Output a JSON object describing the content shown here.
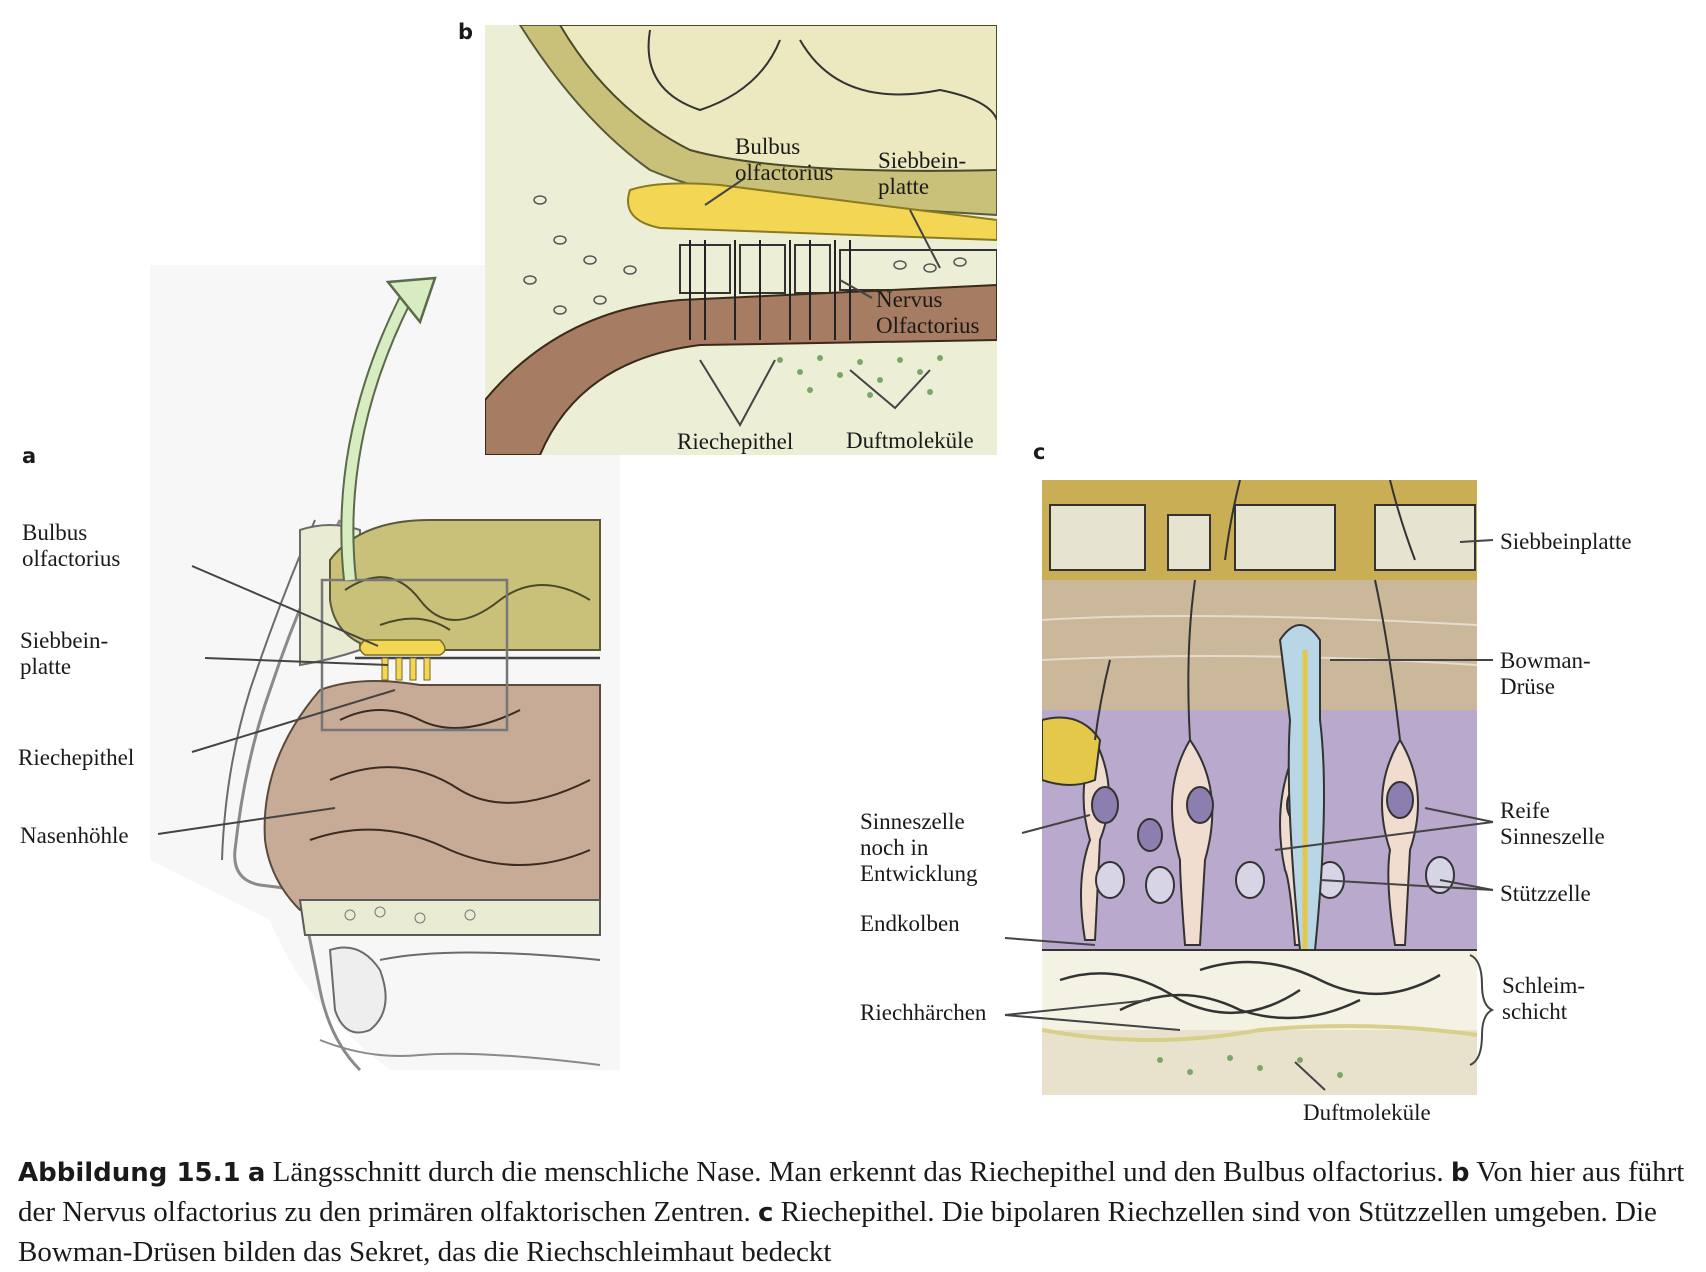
{
  "panels": {
    "a": {
      "letter": "a",
      "labels": {
        "bulbus": "Bulbus\nolfactorius",
        "siebbein": "Siebbein-\nplatte",
        "riechepithel": "Riechepithel",
        "nasenhoehle": "Nasenhöhle"
      }
    },
    "b": {
      "letter": "b",
      "labels": {
        "bulbus": "Bulbus\nolfactorius",
        "siebbein": "Siebbein-\nplatte",
        "nervus": "Nervus\nOlfactorius",
        "riechepithel": "Riechepithel",
        "duftmolekuele": "Duftmoleküle"
      }
    },
    "c": {
      "letter": "c",
      "labels": {
        "siebbeinplatte": "Siebbeinplatte",
        "bowman": "Bowman-\nDrüse",
        "sinneszelle_entw": "Sinneszelle\nnoch in\nEntwicklung",
        "reife": "Reife\nSinneszelle",
        "stuetzzelle": "Stützzelle",
        "endkolben": "Endkolben",
        "schleim": "Schleim-\nschicht",
        "riechhaerchen": "Riechhärchen",
        "duftmolekuele": "Duftmoleküle"
      }
    }
  },
  "caption": {
    "fig": "Abbildung 15.1",
    "a": "a",
    "a_text": "Längsschnitt durch die menschliche Nase. Man erkennt das Riechepithel und den Bulbus olfactorius.",
    "b": "b",
    "b_text": "Von hier aus führt der Nervus olfactorius zu den primären olfaktorischen Zentren.",
    "c": "c",
    "c_text": "Riechepithel. Die bipolaren Riechzellen sind von Stützzellen umgeben. Die Bowman-Drüsen bilden das Sekret, das die Riechschleimhaut bedeckt"
  },
  "colors": {
    "bone": "#e9ecd2",
    "brain": "#c9c17a",
    "bulbus": "#f3d653",
    "mucosa": "#a67c62",
    "tissue": "#cbb79a",
    "cells": "#b9a9cc",
    "arrow": "#d7ecc0"
  }
}
